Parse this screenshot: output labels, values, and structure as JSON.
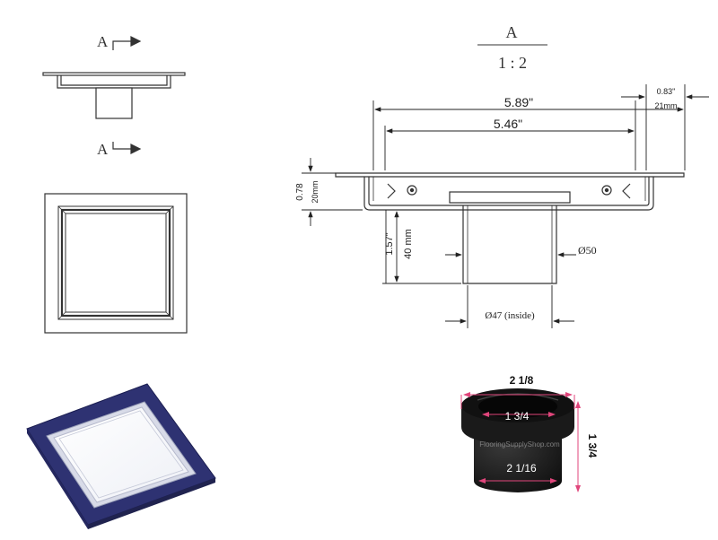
{
  "section": {
    "label": "A",
    "scale_top": "A",
    "scale_bottom": "1 : 2"
  },
  "dims": {
    "overall_width": "5.89\"",
    "inner_width": "5.46\"",
    "flange_in": "0.83\"",
    "flange_mm": "21mm",
    "height_in": "0.78",
    "height_mm": "20mm",
    "outlet_len_in": "1.57\"",
    "outlet_len_mm": "40 mm",
    "outlet_od": "Ø50",
    "outlet_id": "Ø47 (inside)"
  },
  "adapter": {
    "top": "2  1/8",
    "inner": "1 3/4",
    "bottom": "2 1/16",
    "height": "1 3/4",
    "watermark": "FlooringSupplyShop.com"
  },
  "colors": {
    "line": "#333333",
    "dim_line": "#222222",
    "flange_blue": "#2e3272",
    "adapter_black": "#151515",
    "measure_pink": "#e0457b"
  }
}
